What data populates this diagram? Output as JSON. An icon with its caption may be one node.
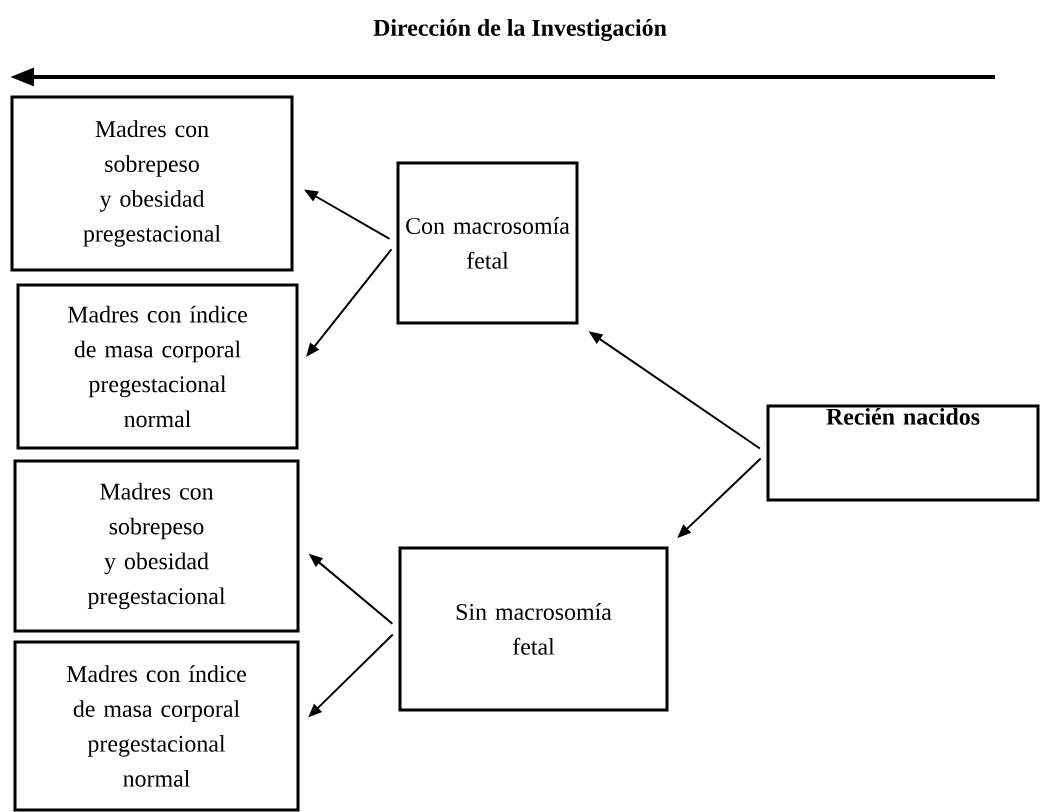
{
  "diagram": {
    "title": "Dirección de la Investigación",
    "nodes": [
      {
        "text": [
          "Recién nacidos"
        ]
      },
      {
        "text": [
          "Con macrosomía fetal"
        ]
      },
      {
        "text": [
          "Sin macrosomía fetal"
        ]
      },
      {
        "text": [
          "Madres con sobrepeso y obesidad pregestacional"
        ]
      },
      {
        "text": [
          "Madres con índice de masa corporal pregestacional normal"
        ]
      },
      {
        "text": [
          "Madres con sobrepeso y obesidad pregestacional"
        ]
      },
      {
        "text": [
          "Madres con índice de masa corporal pregestacional normal"
        ]
      }
    ],
    "edges": [
      {
        "from": 0,
        "to": 1,
        "arrow": "to"
      },
      {
        "from": 0,
        "to": 2,
        "arrow": "to"
      },
      {
        "from": 1,
        "to": 3,
        "arrow": "to"
      },
      {
        "from": 1,
        "to": 4,
        "arrow": "to"
      },
      {
        "from": 2,
        "to": 5,
        "arrow": "to"
      },
      {
        "from": 2,
        "to": 6,
        "arrow": "to"
      }
    ]
  }
}
